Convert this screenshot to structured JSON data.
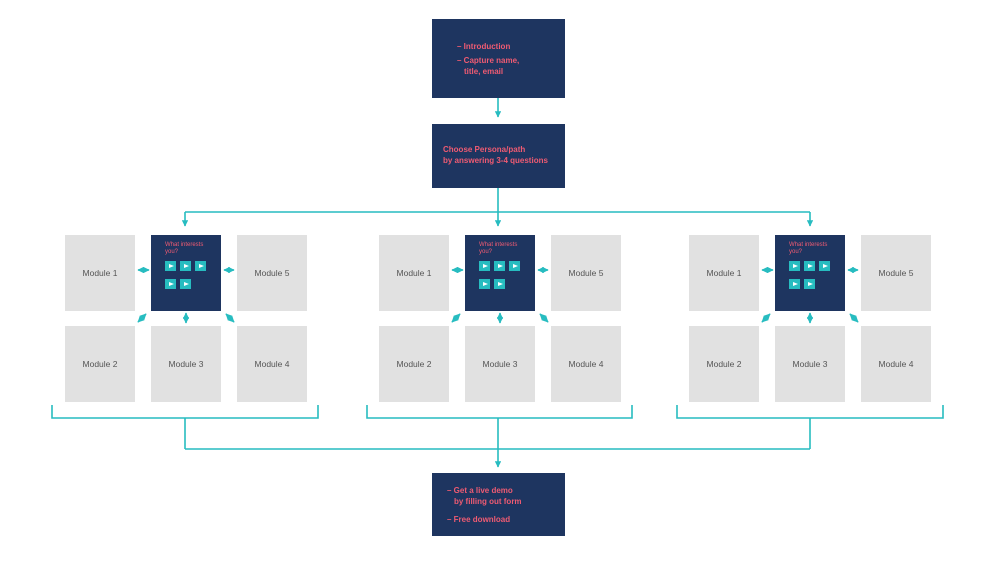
{
  "colors": {
    "navy": "#1e3560",
    "pink": "#ef5b72",
    "teal": "#27bcc0",
    "module_gray": "#e1e1e1"
  },
  "intro_box": {
    "items": [
      "– Introduction",
      "– Capture name,",
      "title, email"
    ]
  },
  "persona_box": {
    "lines": [
      "Choose Persona/path",
      "by answering 3-4 questions"
    ]
  },
  "groups": [
    {
      "hub_label": "What interests you?",
      "play_icon": "play-icon",
      "play_button_count": 5,
      "modules": [
        "Module 1",
        "Module 5",
        "Module 2",
        "Module 3",
        "Module 4"
      ]
    },
    {
      "hub_label": "What interests you?",
      "play_icon": "play-icon",
      "play_button_count": 5,
      "modules": [
        "Module 1",
        "Module 5",
        "Module 2",
        "Module 3",
        "Module 4"
      ]
    },
    {
      "hub_label": "What interests you?",
      "play_icon": "play-icon",
      "play_button_count": 5,
      "modules": [
        "Module 1",
        "Module 5",
        "Module 2",
        "Module 3",
        "Module 4"
      ]
    }
  ],
  "final_box": {
    "lines": [
      "– Get a live demo",
      "by filling out form",
      "– Free download"
    ]
  }
}
